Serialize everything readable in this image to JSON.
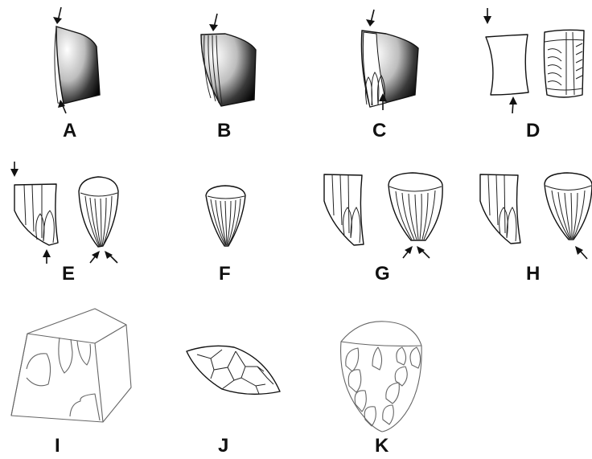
{
  "figure": {
    "panels": [
      {
        "id": "A",
        "label": "A"
      },
      {
        "id": "B",
        "label": "B"
      },
      {
        "id": "C",
        "label": "C"
      },
      {
        "id": "D",
        "label": "D"
      },
      {
        "id": "E",
        "label": "E"
      },
      {
        "id": "F",
        "label": "F"
      },
      {
        "id": "G",
        "label": "G"
      },
      {
        "id": "H",
        "label": "H"
      },
      {
        "id": "I",
        "label": "I"
      },
      {
        "id": "J",
        "label": "J"
      },
      {
        "id": "K",
        "label": "K"
      }
    ]
  }
}
